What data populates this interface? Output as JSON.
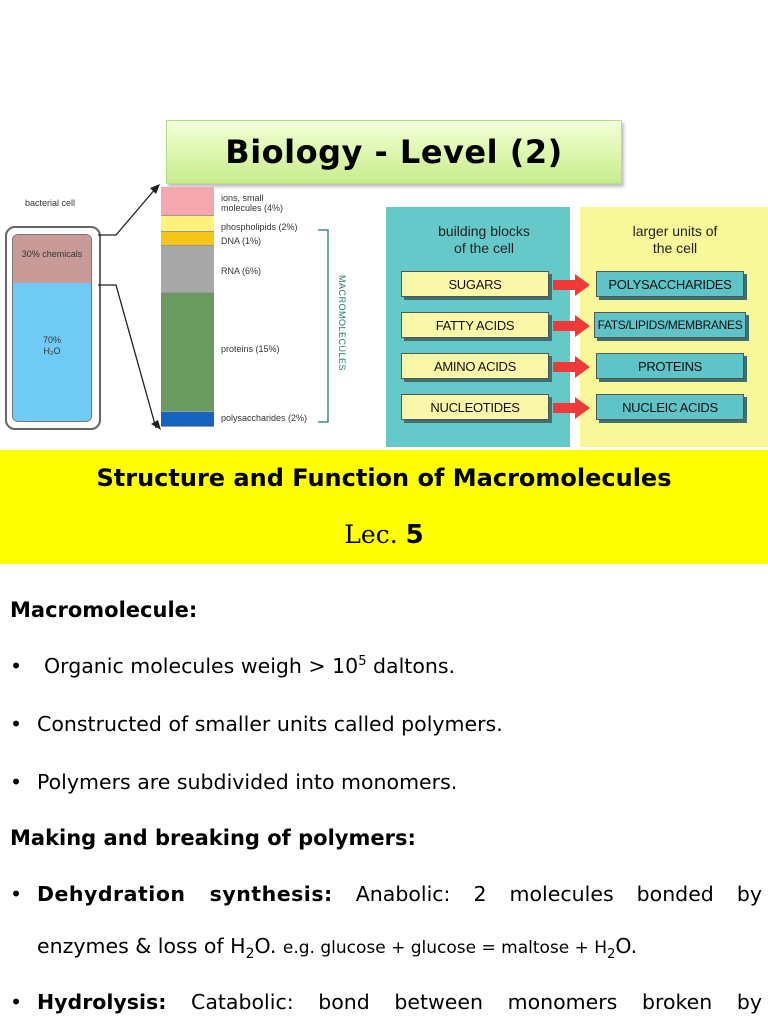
{
  "title": "Biology - Level (2)",
  "cell_figure": {
    "cell_label": "bacterial cell",
    "chemicals_label": "30% chemicals",
    "water_pct": "70%",
    "water_formula": "H₂O",
    "components": [
      {
        "label": "ions, small molecules (4%)",
        "color": "#f4a7ad"
      },
      {
        "label": "phospholipids (2%)",
        "color": "#fff27a"
      },
      {
        "label": "DNA (1%)",
        "color": "#f5c518"
      },
      {
        "label": "RNA (6%)",
        "color": "#a8a8a8"
      },
      {
        "label": "proteins (15%)",
        "color": "#6b9a61"
      },
      {
        "label": "polysaccharides (2%)",
        "color": "#1565c0"
      }
    ],
    "bracket_label": "MACROMOLECULES"
  },
  "building_blocks": {
    "left_header": "building blocks of the cell",
    "right_header": "larger units of the cell",
    "rows": [
      {
        "block": "SUGARS",
        "unit": "POLYSACCHARIDES"
      },
      {
        "block": "FATTY ACIDS",
        "unit": "FATS/LIPIDS/MEMBRANES"
      },
      {
        "block": "AMINO ACIDS",
        "unit": "PROTEINS"
      },
      {
        "block": "NUCLEOTIDES",
        "unit": "NUCLEIC ACIDS"
      }
    ]
  },
  "banner": {
    "subtitle": "Structure and Function of Macromolecules",
    "lec_prefix": "Lec.",
    "lec_number": "5"
  },
  "content": {
    "heading1": "Macromolecule:",
    "bullet1_pre": "Organic molecules weigh > 10",
    "bullet1_sup": "5",
    "bullet1_post": " daltons.",
    "bullet2": "Constructed of smaller units called polymers.",
    "bullet3": "Polymers are subdivided into monomers.",
    "heading2": "Making and breaking of polymers:",
    "dehydration_term": "Dehydration synthesis:",
    "dehydration_line1": "Anabolic: 2 molecules bonded by",
    "dehydration_line2_pre": "enzymes & loss of H",
    "dehydration_line2_sub": "2",
    "dehydration_line2_mid": "O.",
    "dehydration_example_pre": "e.g. glucose + glucose = maltose + H",
    "dehydration_example_sub": "2",
    "dehydration_example_post": "O.",
    "hydrolysis_term": "Hydrolysis:",
    "hydrolysis_line1": "Catabolic: bond between monomers broken by",
    "bullet_char": "•"
  }
}
